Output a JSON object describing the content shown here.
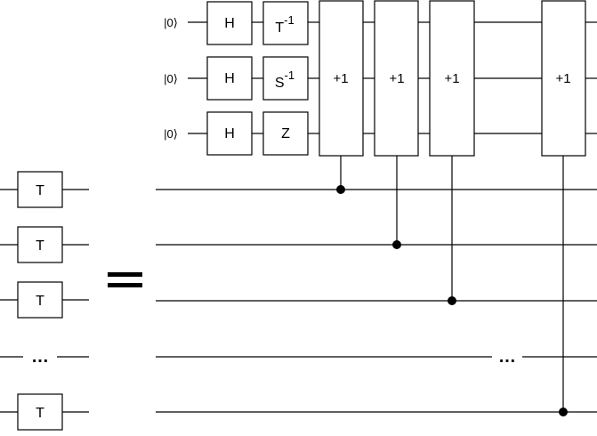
{
  "left_circuit": {
    "gate_labels": [
      "T",
      "T",
      "T",
      "T"
    ],
    "ellipsis": "…"
  },
  "equals_symbol": "=",
  "right_circuit": {
    "ancilla_labels": [
      "|0⟩",
      "|0⟩",
      "|0⟩"
    ],
    "hadamard_labels": [
      "H",
      "H",
      "H"
    ],
    "phase_gates": [
      {
        "base": "T",
        "exponent": "-1"
      },
      {
        "base": "S",
        "exponent": "-1"
      },
      {
        "base": "Z",
        "exponent": ""
      }
    ],
    "adder_labels": [
      "+1",
      "+1",
      "+1",
      "+1"
    ],
    "ellipsis": "…"
  }
}
